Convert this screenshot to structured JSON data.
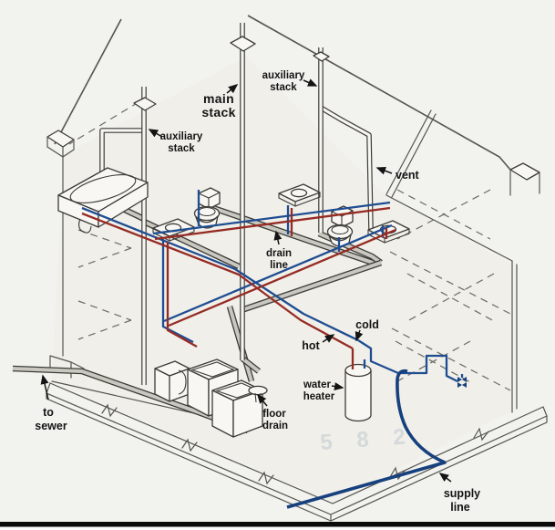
{
  "figure": {
    "type": "cutaway-diagram",
    "subject": "Residential plumbing system: drain-waste-vent stacks with hot and cold supply lines"
  },
  "colors": {
    "hot_line": "#962b24",
    "cold_line": "#1f4d92",
    "supply_line": "#16407e",
    "drain_line": "#c9c8c0",
    "line_art": "#55544f",
    "background": "#f2f2ee",
    "ink": "#141414"
  },
  "labels": {
    "aux_stack_right": {
      "line1": "auxiliary",
      "line2": "stack"
    },
    "main_stack": {
      "line1": "main",
      "line2": "stack"
    },
    "aux_stack_left": {
      "line1": "auxiliary",
      "line2": "stack"
    },
    "vent": {
      "line1": "vent"
    },
    "drain_line": {
      "line1": "drain",
      "line2": "line"
    },
    "cold": {
      "line1": "cold"
    },
    "hot": {
      "line1": "hot"
    },
    "water_heater": {
      "line1": "water",
      "line2": "heater"
    },
    "to_sewer": {
      "line1": "to",
      "line2": "sewer"
    },
    "floor_drain": {
      "line1": "floor",
      "line2": "drain"
    },
    "supply_line": {
      "line1": "supply",
      "line2": "line"
    },
    "ghost_print": "5 8 2"
  }
}
